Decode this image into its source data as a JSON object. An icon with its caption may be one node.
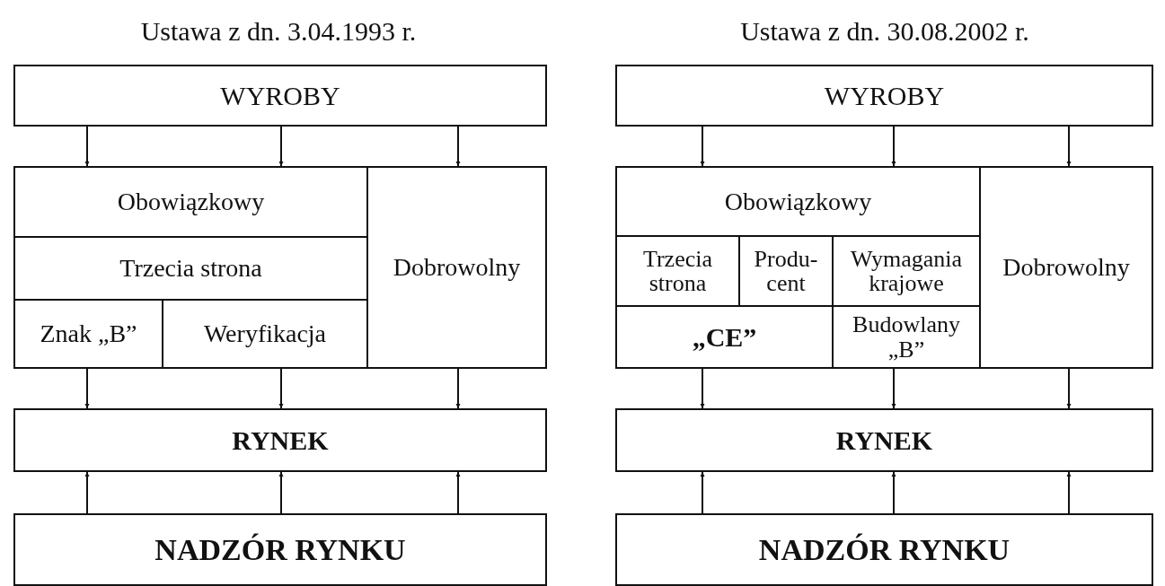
{
  "diagram": {
    "nodes": [
      {
        "text": [
          "WYROBY"
        ]
      },
      {
        "text": [
          "Obowiązkowy"
        ]
      },
      {
        "text": [
          "Trzecia strona"
        ]
      },
      {
        "text": [
          "Znak „B”"
        ]
      },
      {
        "text": [
          "Weryfikacja"
        ]
      },
      {
        "text": [
          "Dobrowolny"
        ]
      },
      {
        "text": [
          "RYNEK"
        ]
      },
      {
        "text": [
          "NADZÓR RYNKU"
        ]
      },
      {
        "text": [
          "WYROBY"
        ]
      },
      {
        "text": [
          "Obowiązkowy"
        ]
      },
      {
        "text": [
          "Trzecia strona"
        ]
      },
      {
        "text": [
          "Produ- cent"
        ]
      },
      {
        "text": [
          "Wymagania krajowe"
        ]
      },
      {
        "text": [
          "„CE”"
        ]
      },
      {
        "text": [
          "Budowlany „B”"
        ]
      },
      {
        "text": [
          "Dobrowolny"
        ]
      },
      {
        "text": [
          "RYNEK"
        ]
      },
      {
        "text": [
          "NADZÓR RYNKU"
        ]
      }
    ],
    "edges": [
      {
        "from": 0,
        "to": 1,
        "arrow": "to"
      },
      {
        "from": 0,
        "to": 1,
        "arrow": "to"
      },
      {
        "from": 0,
        "to": 5,
        "arrow": "to"
      },
      {
        "from": 3,
        "to": 6,
        "arrow": "to"
      },
      {
        "from": 4,
        "to": 6,
        "arrow": "to"
      },
      {
        "from": 5,
        "to": 6,
        "arrow": "to"
      },
      {
        "from": 7,
        "to": 6,
        "arrow": "to"
      },
      {
        "from": 7,
        "to": 6,
        "arrow": "to"
      },
      {
        "from": 7,
        "to": 6,
        "arrow": "to"
      },
      {
        "from": 8,
        "to": 9,
        "arrow": "to"
      },
      {
        "from": 8,
        "to": 9,
        "arrow": "to"
      },
      {
        "from": 8,
        "to": 15,
        "arrow": "to"
      },
      {
        "from": 13,
        "to": 16,
        "arrow": "to"
      },
      {
        "from": 14,
        "to": 16,
        "arrow": "to"
      },
      {
        "from": 15,
        "to": 16,
        "arrow": "to"
      },
      {
        "from": 17,
        "to": 16,
        "arrow": "to"
      },
      {
        "from": 17,
        "to": 16,
        "arrow": "to"
      },
      {
        "from": 17,
        "to": 16,
        "arrow": "to"
      }
    ],
    "labels": [
      "Ustawa z dn. 3.04.1993 r.",
      "Ustawa z dn. 30.08.2002 r."
    ]
  }
}
